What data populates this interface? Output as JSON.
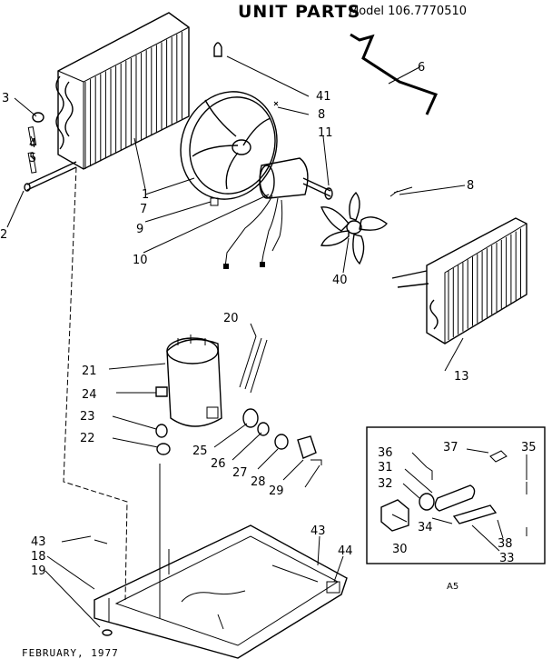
{
  "header": {
    "title": "UNIT PARTS",
    "model": "Model 106.7770510"
  },
  "footer": {
    "date": "FEBRUARY, 1977"
  },
  "inset": {
    "tag": "A5"
  },
  "callouts": [
    {
      "id": "c1",
      "text": "1"
    },
    {
      "id": "c2",
      "text": "2"
    },
    {
      "id": "c3",
      "text": "3"
    },
    {
      "id": "c4",
      "text": "4"
    },
    {
      "id": "c5",
      "text": "5"
    },
    {
      "id": "c6",
      "text": "6"
    },
    {
      "id": "c7",
      "text": "7"
    },
    {
      "id": "c8a",
      "text": "8"
    },
    {
      "id": "c8b",
      "text": "8"
    },
    {
      "id": "c9",
      "text": "9"
    },
    {
      "id": "c10",
      "text": "10"
    },
    {
      "id": "c11",
      "text": "11"
    },
    {
      "id": "c13",
      "text": "13"
    },
    {
      "id": "c18",
      "text": "18"
    },
    {
      "id": "c19",
      "text": "19"
    },
    {
      "id": "c20",
      "text": "20"
    },
    {
      "id": "c21",
      "text": "21"
    },
    {
      "id": "c22",
      "text": "22"
    },
    {
      "id": "c23",
      "text": "23"
    },
    {
      "id": "c24",
      "text": "24"
    },
    {
      "id": "c25",
      "text": "25"
    },
    {
      "id": "c26",
      "text": "26"
    },
    {
      "id": "c27",
      "text": "27"
    },
    {
      "id": "c28",
      "text": "28"
    },
    {
      "id": "c29",
      "text": "29"
    },
    {
      "id": "c30",
      "text": "30"
    },
    {
      "id": "c31",
      "text": "31"
    },
    {
      "id": "c32",
      "text": "32"
    },
    {
      "id": "c33",
      "text": "33"
    },
    {
      "id": "c34",
      "text": "34"
    },
    {
      "id": "c35",
      "text": "35"
    },
    {
      "id": "c36",
      "text": "36"
    },
    {
      "id": "c37",
      "text": "37"
    },
    {
      "id": "c38",
      "text": "38"
    },
    {
      "id": "c40",
      "text": "40"
    },
    {
      "id": "c41",
      "text": "41"
    },
    {
      "id": "c43a",
      "text": "43"
    },
    {
      "id": "c43b",
      "text": "43"
    },
    {
      "id": "c44",
      "text": "44"
    }
  ]
}
